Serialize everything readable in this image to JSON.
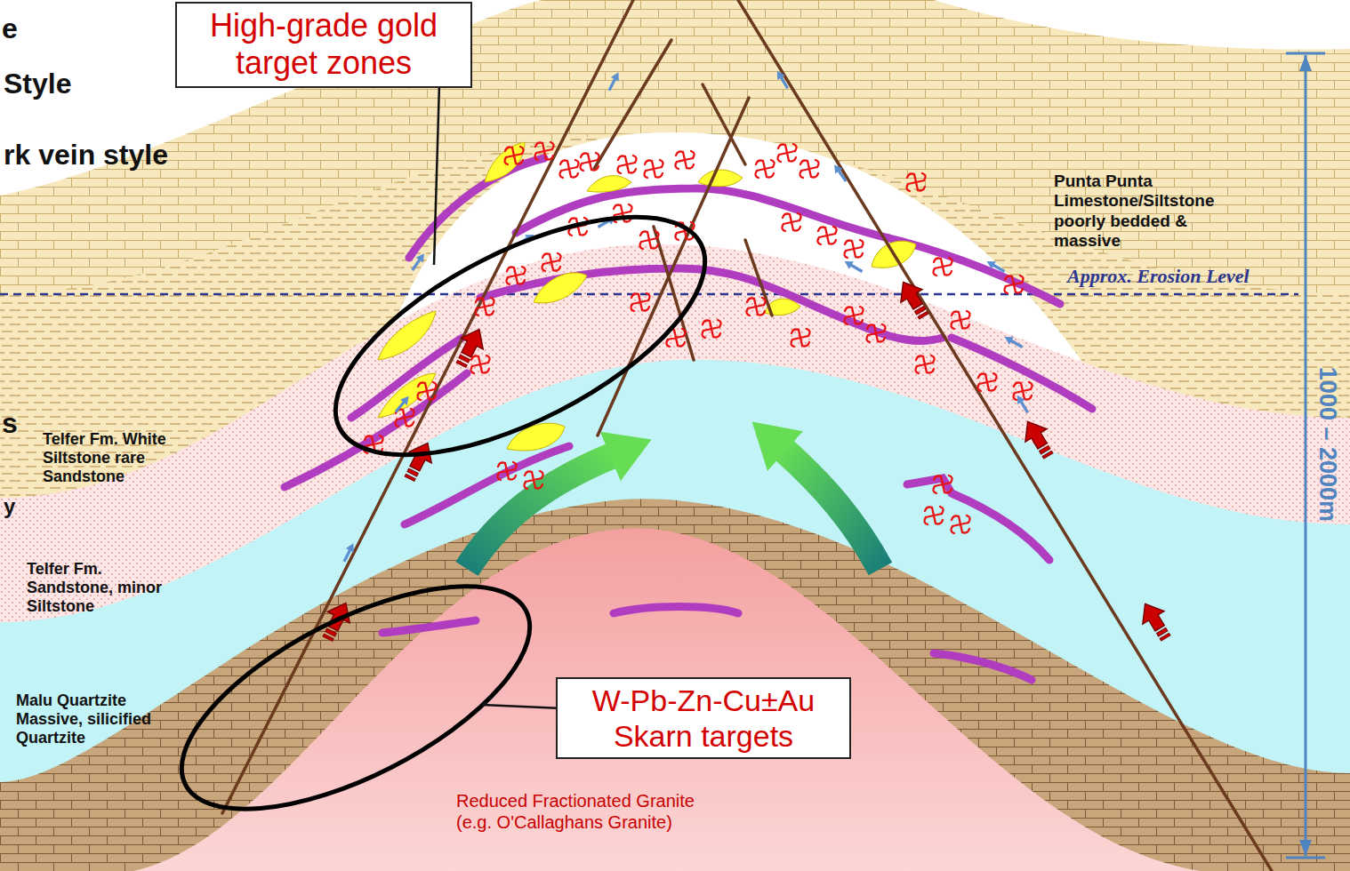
{
  "diagram": {
    "nodes": [
      {
        "text": [
          "High-grade gold target zones"
        ]
      },
      {
        "text": [
          "W-Pb-Zn-Cu±Au Skarn targets"
        ]
      }
    ],
    "labels": [
      "e",
      "Style",
      "rk vein style",
      "s",
      "y",
      "Punta Punta Limestone/Siltstone poorly bedded & massive",
      "Approx. Erosion Level",
      "1000 – 2000m",
      "Telfer Fm. White Siltstone rare Sandstone",
      "Telfer Fm. Sandstone, minor Siltstone",
      "Malu Quartzite Massive, silicified Quartzite",
      "Reduced Fractionated Granite (e.g. O'Callaghans Granite)"
    ]
  }
}
